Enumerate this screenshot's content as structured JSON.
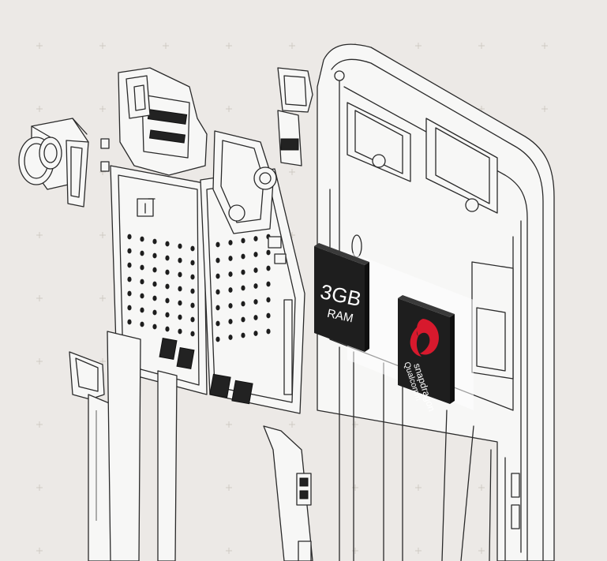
{
  "ram_chip": {
    "line1": "3GB",
    "line2": "RAM"
  },
  "processor_chip": {
    "brand_top": "Qualcomm",
    "brand_bottom": "snapdragon",
    "logo_color": "#d7192d"
  },
  "colors": {
    "background": "#ece9e6",
    "chip": "#1e1e1e",
    "line": "#2a2a2a"
  }
}
